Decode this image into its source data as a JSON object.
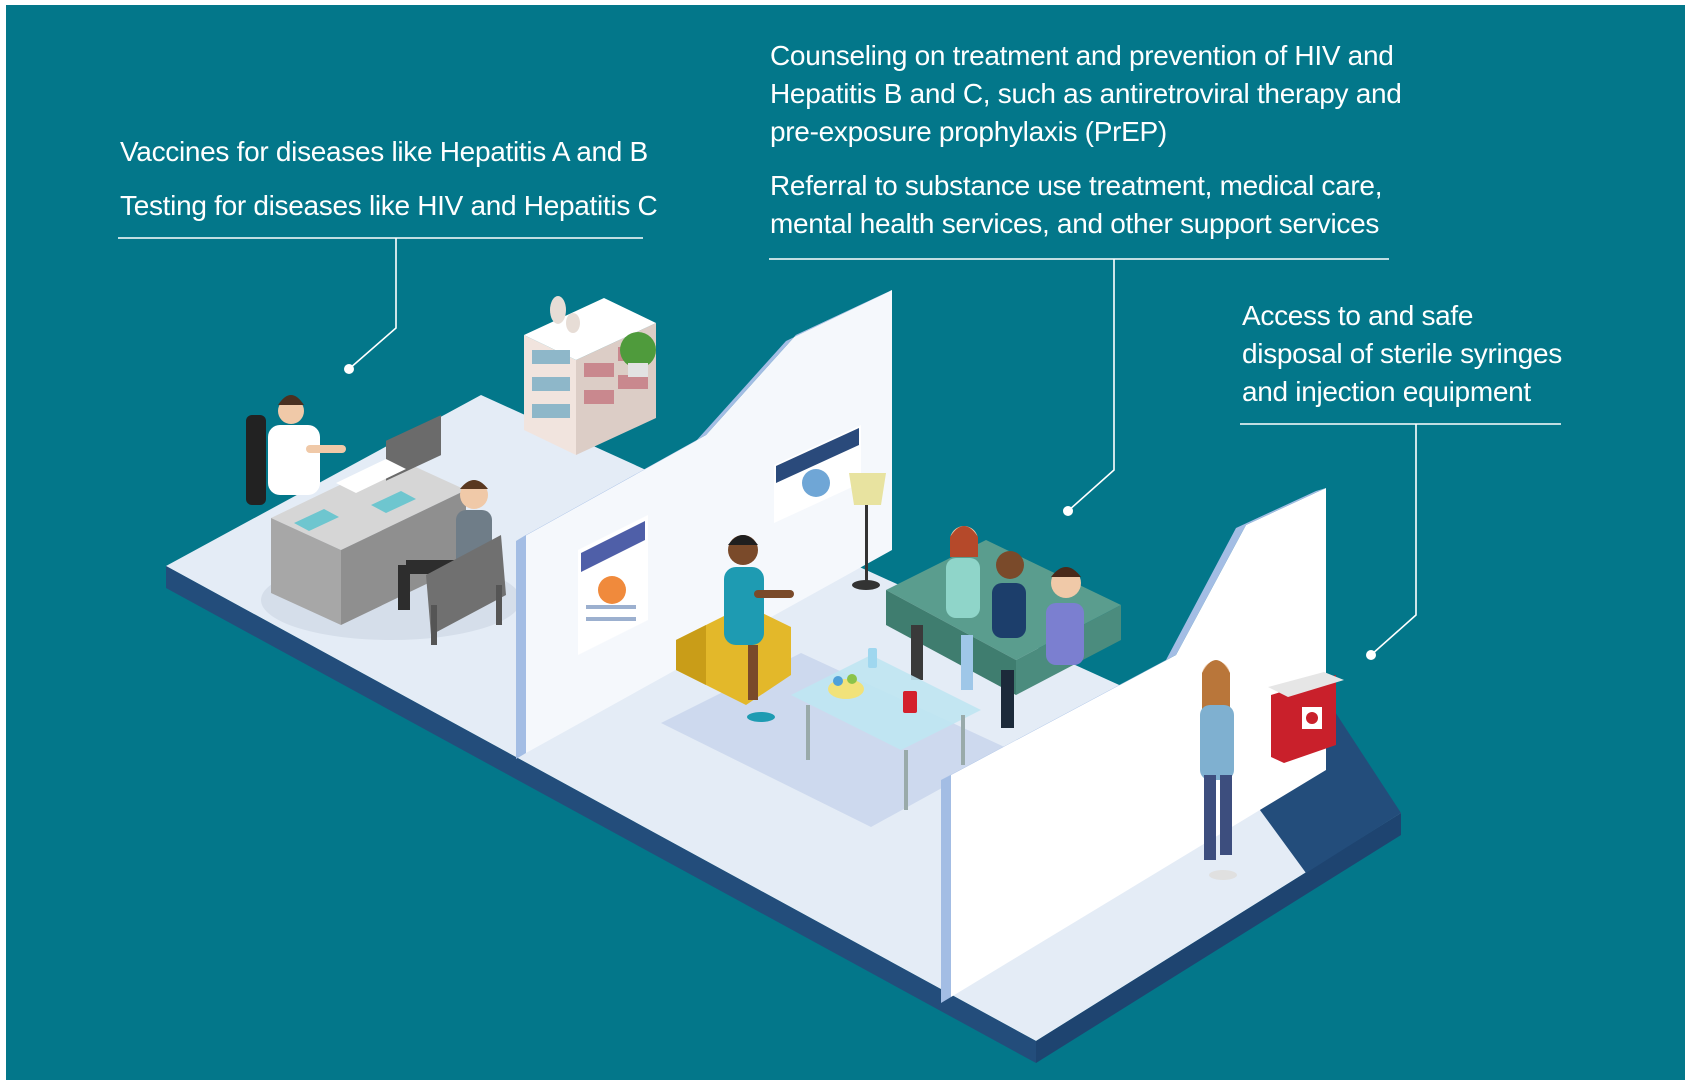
{
  "callouts": {
    "clinic": {
      "line1": "Vaccines for diseases like Hepatitis A and B",
      "line2": "Testing for diseases like HIV and Hepatitis C"
    },
    "counseling": {
      "line1": "Counseling on treatment and prevention of HIV and",
      "line2": "Hepatitis B and C, such as antiretroviral therapy and",
      "line3": "pre-exposure prophylaxis (PrEP)"
    },
    "referral": {
      "line1": "Referral to substance use treatment, medical care,",
      "line2": "mental health services, and other support services"
    },
    "syringes": {
      "line1": "Access to and safe",
      "line2": "disposal of sterile syringes",
      "line3": "and injection equipment"
    }
  },
  "colors": {
    "background": "#03778a",
    "floor": "#e4ecf6",
    "floor_edge": "#234d7b",
    "wall": "#f5f8fc",
    "wall_trim": "#a3bde4",
    "callout_line": "#ffffff"
  }
}
